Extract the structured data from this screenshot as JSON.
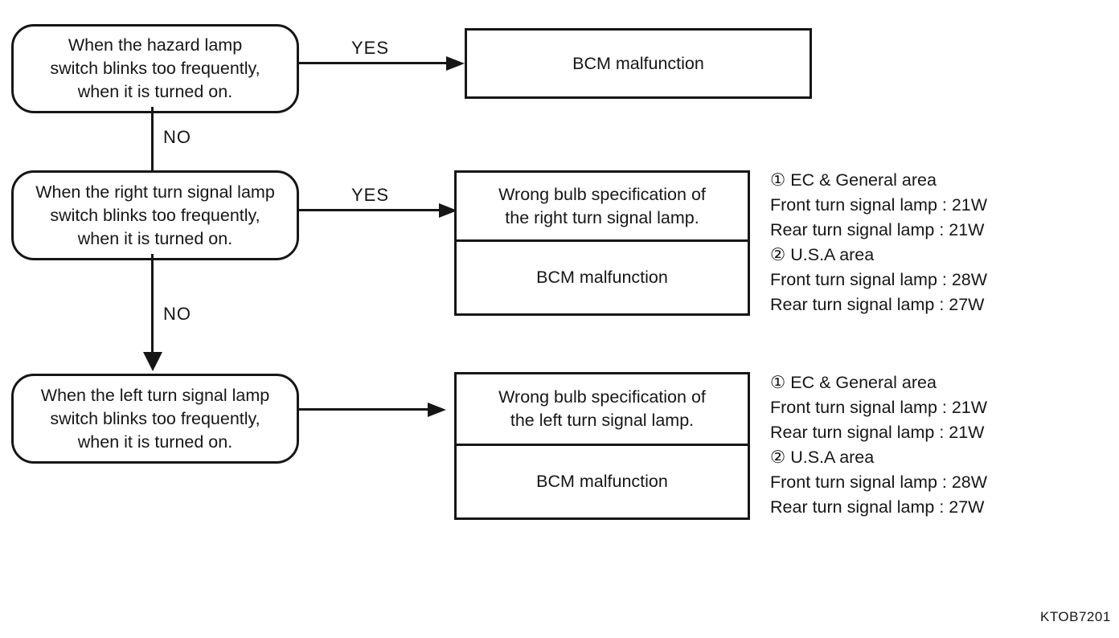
{
  "page": {
    "background_color": "#ffffff",
    "ink_color": "#161616",
    "figure_code": "KTOB7201"
  },
  "flow": {
    "step1": {
      "condition_lines": [
        "When the hazard lamp",
        "switch blinks too frequently,",
        "when it is turned on."
      ],
      "yes_label": "YES",
      "no_label": "NO",
      "result": "BCM malfunction"
    },
    "step2": {
      "condition_lines": [
        "When the right turn signal lamp",
        "switch blinks too frequently,",
        "when it is turned on."
      ],
      "yes_label": "YES",
      "no_label": "NO",
      "result_primary_lines": [
        "Wrong bulb specification of",
        "the right turn signal lamp."
      ],
      "result_secondary": "BCM malfunction",
      "notes": [
        "① EC & General area",
        "Front turn signal lamp : 21W",
        "Rear turn signal lamp : 21W",
        "② U.S.A area",
        "Front turn signal lamp : 28W",
        "Rear turn signal lamp : 27W"
      ]
    },
    "step3": {
      "condition_lines": [
        "When the left turn signal lamp",
        "switch blinks too frequently,",
        "when it is turned on."
      ],
      "result_primary_lines": [
        "Wrong bulb specification of",
        "the left turn signal lamp."
      ],
      "result_secondary": "BCM malfunction",
      "notes": [
        "① EC & General area",
        "Front turn signal lamp : 21W",
        "Rear turn signal lamp : 21W",
        "② U.S.A area",
        "Front turn signal lamp : 28W",
        "Rear turn signal lamp : 27W"
      ]
    }
  }
}
